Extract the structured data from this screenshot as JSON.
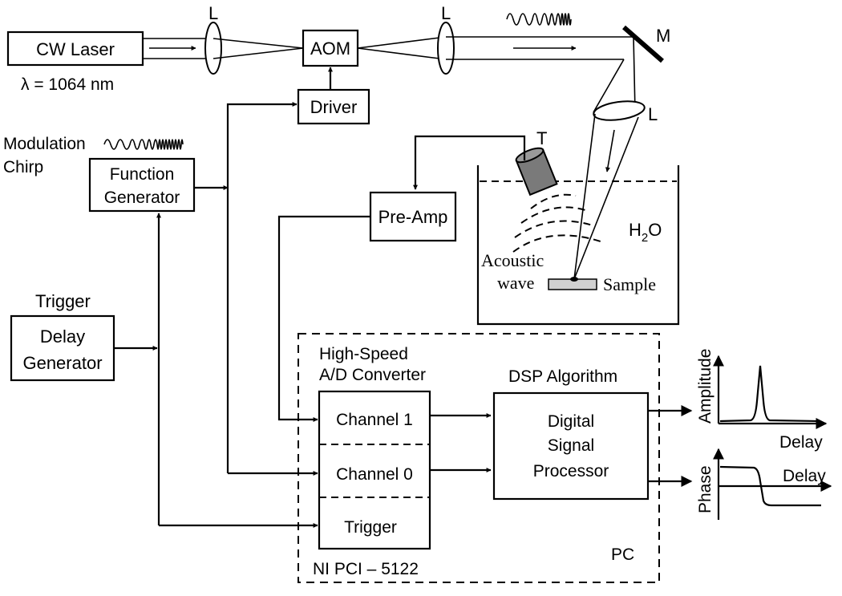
{
  "optics": {
    "laser_label": "CW Laser",
    "wavelength_label": "λ = 1064 nm",
    "lens_label": "L",
    "aom_label": "AOM",
    "mirror_label": "M",
    "driver_label": "Driver"
  },
  "modulation": {
    "modulation_label": "Modulation",
    "chirp_label": "Chirp",
    "function_generator_line1": "Function",
    "function_generator_line2": "Generator"
  },
  "trigger": {
    "trigger_label": "Trigger",
    "delay_generator_line1": "Delay",
    "delay_generator_line2": "Generator"
  },
  "detection": {
    "transducer_label": "T",
    "preamp_label": "Pre-Amp",
    "water_label_main": "H",
    "water_label_sub": "2",
    "water_label_end": "O",
    "acoustic_line1": "Acoustic",
    "acoustic_line2": "wave",
    "sample_label": "Sample"
  },
  "acquisition": {
    "adc_title_line1": "High-Speed",
    "adc_title_line2": "A/D Converter",
    "channel1_label": "Channel 1",
    "channel0_label": "Channel 0",
    "trigger_channel_label": "Trigger",
    "card_label": "NI PCI – 5122",
    "pc_label": "PC"
  },
  "processing": {
    "dsp_title": "DSP Algorithm",
    "dsp_line1": "Digital",
    "dsp_line2": "Signal",
    "dsp_line3": "Processor"
  },
  "outputs": {
    "amplitude_label": "Amplitude",
    "amplitude_x_label": "Delay",
    "phase_label": "Phase",
    "phase_x_label": "Delay"
  }
}
